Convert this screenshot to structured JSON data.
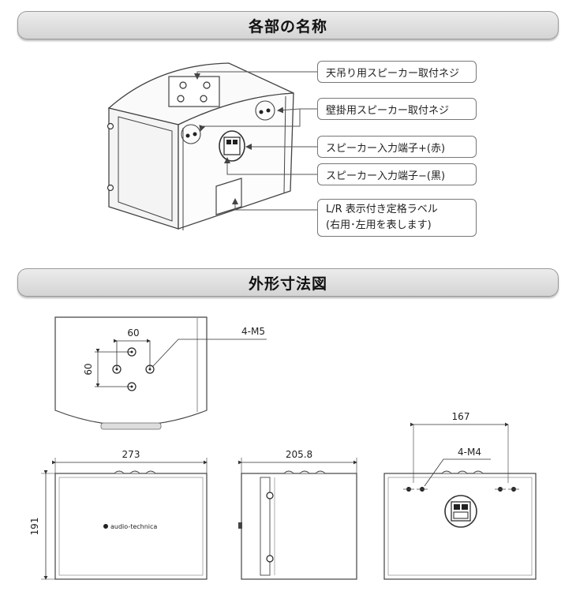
{
  "sections": {
    "parts": "各部の名称",
    "dimensions": "外形寸法図"
  },
  "callouts": {
    "ceiling_screw": "天吊り用スピーカー取付ネジ",
    "wall_screw": "壁掛用スピーカー取付ネジ",
    "terminal_plus": "スピーカー入力端子+(赤)",
    "terminal_minus": "スピーカー入力端子−(黒)",
    "rating_label_line1": "L/R 表示付き定格ラベル",
    "rating_label_line2": "(右用･左用を表します)"
  },
  "dimensions": {
    "top_hole_h": "60",
    "top_hole_v": "60",
    "top_screw": "4-M5",
    "width": "273",
    "height": "191",
    "depth": "205.8",
    "rear_spacing": "167",
    "rear_screw": "4-M4",
    "brand": "audio-technica"
  }
}
